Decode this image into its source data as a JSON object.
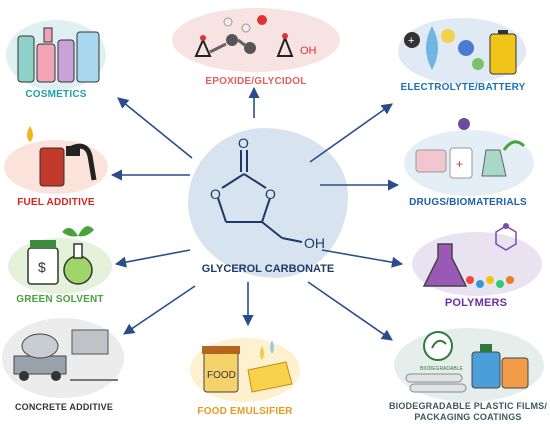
{
  "center": {
    "label": "GLYCEROL CARBONATE",
    "atoms": {
      "carbonyl_o": "O",
      "ring_o1": "O",
      "ring_o2": "O",
      "hydroxyl": "OH"
    }
  },
  "applications": [
    {
      "id": "cosmetics",
      "label": "COSMETICS",
      "color": "#1fa0a8"
    },
    {
      "id": "epoxide",
      "label": "EPOXIDE/GLYCIDOL",
      "color": "#e06060",
      "atom_label": "OH"
    },
    {
      "id": "electrolyte",
      "label": "ELECTROLYTE/BATTERY",
      "color": "#1e73b8"
    },
    {
      "id": "fuel",
      "label": "FUEL ADDITIVE",
      "color": "#d8241f"
    },
    {
      "id": "drugs",
      "label": "DRUGS/BIOMATERIALS",
      "color": "#1e5fa8"
    },
    {
      "id": "solvent",
      "label": "GREEN SOLVENT",
      "color": "#4aa23a",
      "jar_symbol": "$"
    },
    {
      "id": "polymers",
      "label": "POLYMERS",
      "color": "#6b2fa0"
    },
    {
      "id": "concrete",
      "label": "CONCRETE ADDITIVE",
      "color": "#333333"
    },
    {
      "id": "food",
      "label": "FOOD EMULSIFIER",
      "color": "#e89a1c",
      "jar_text": "FOOD"
    },
    {
      "id": "plastics",
      "label_lines": [
        "BIODEGRADABLE PLASTIC FILMS/",
        "PACKAGING COATINGS"
      ],
      "color": "#3d5a5a",
      "badge_text": "BIODEGRADABLE"
    }
  ],
  "colors": {
    "arrow": "#2b4c8c",
    "molecule": "#1f3a68",
    "center_bg": "#d7e3ee"
  }
}
